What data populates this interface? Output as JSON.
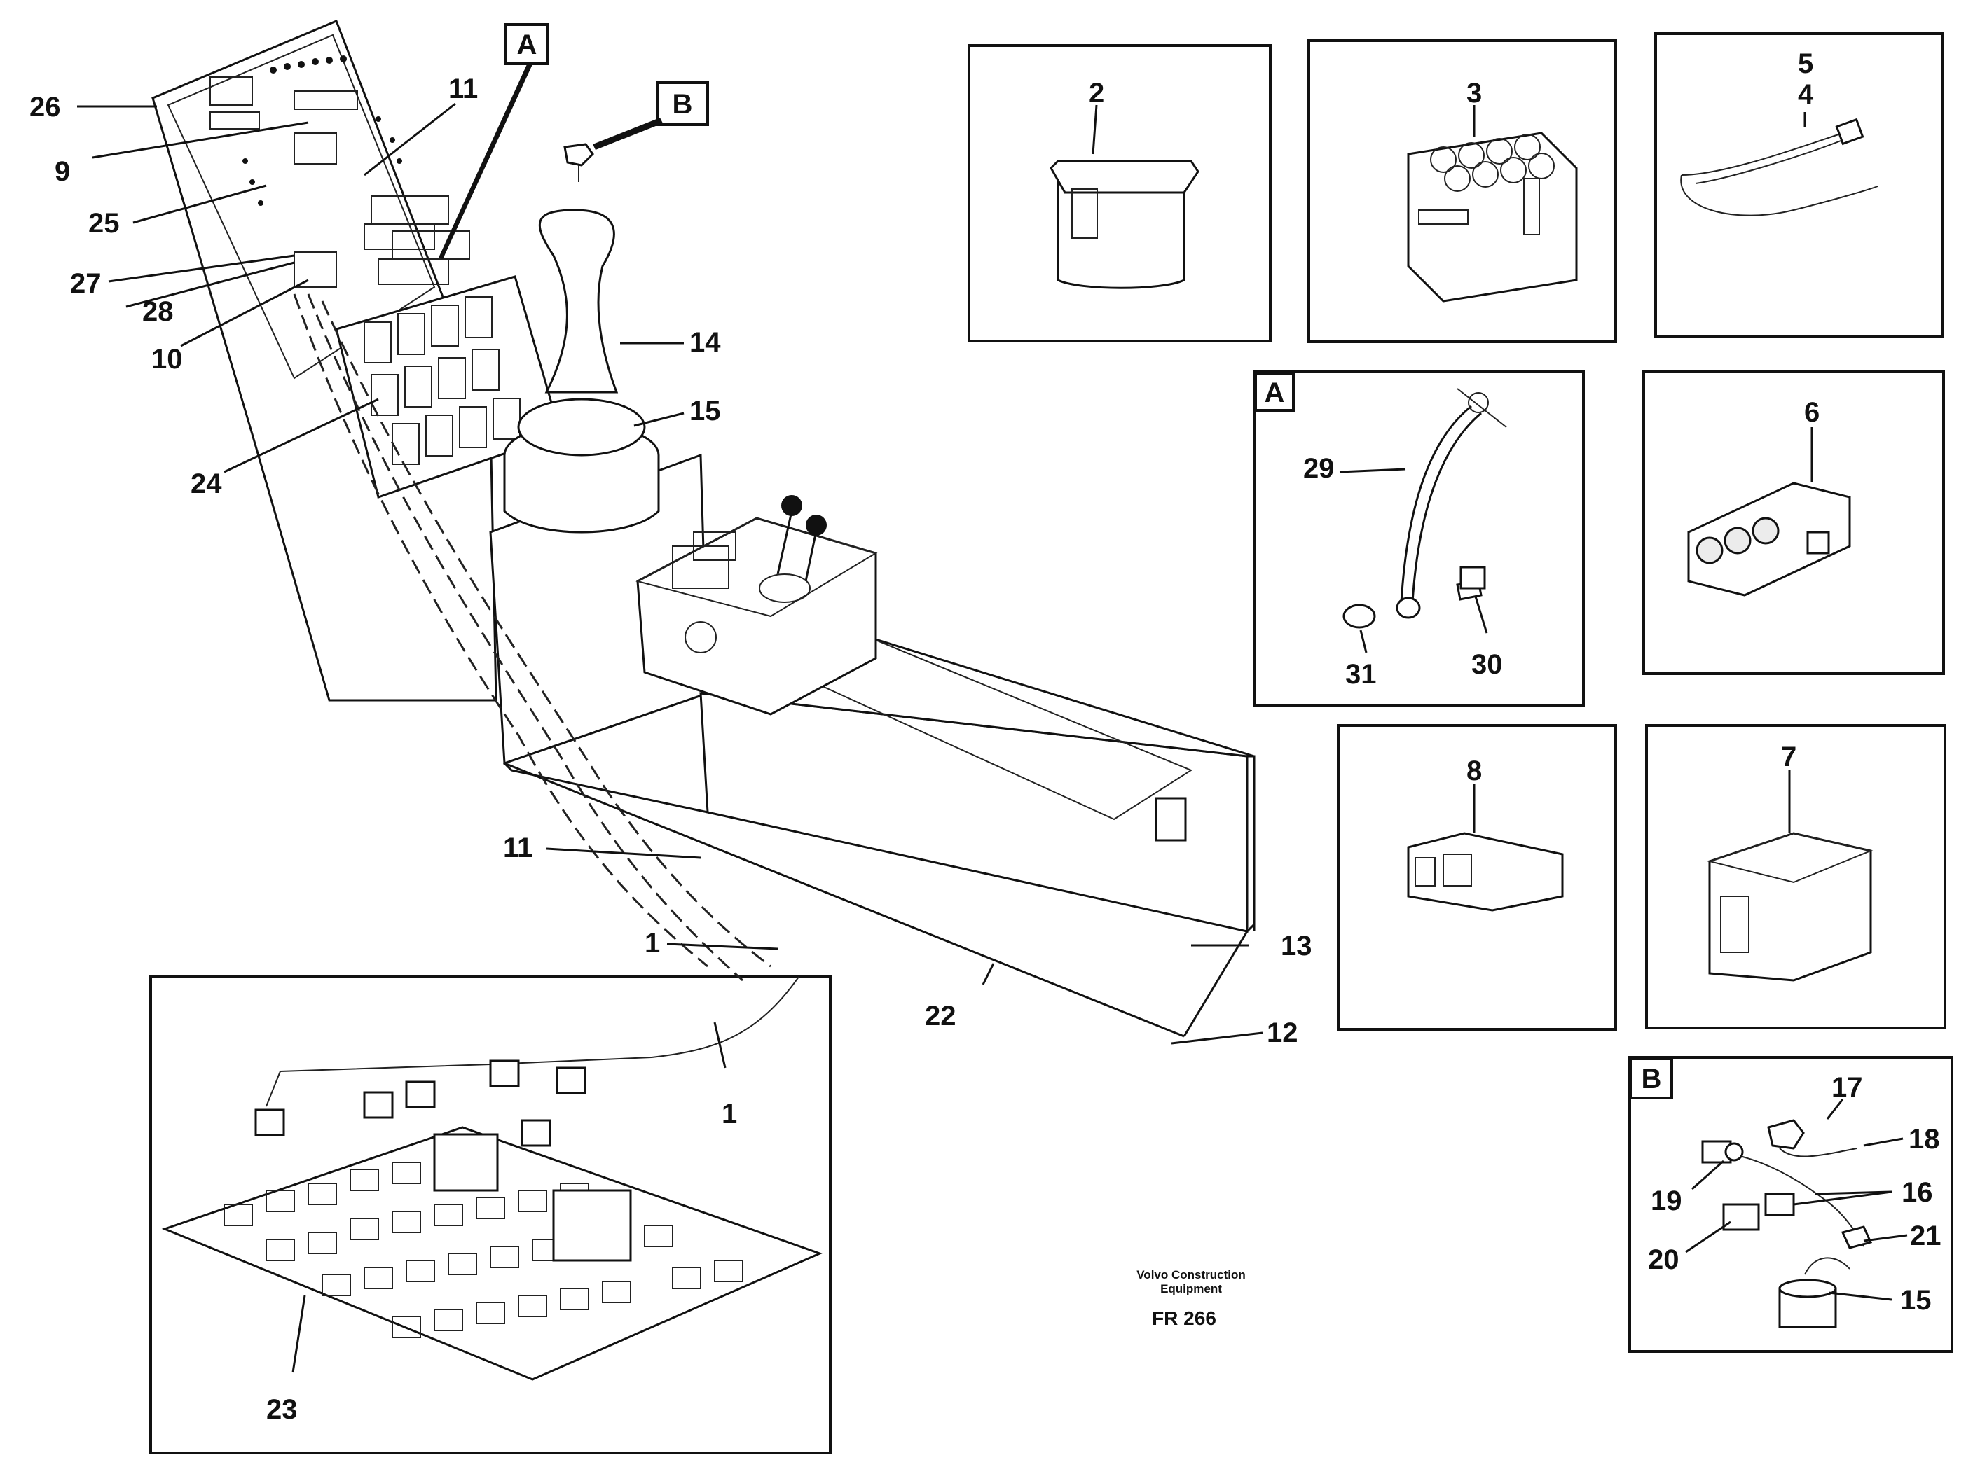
{
  "callouts": [
    "26",
    "9",
    "25",
    "27",
    "28",
    "10",
    "24",
    "11",
    "1",
    "22",
    "13",
    "12",
    "14",
    "15",
    "23"
  ],
  "flags": {
    "a": "A",
    "b": "B"
  },
  "inset_labels": {
    "i2": "2",
    "i3": "3",
    "i5": "5",
    "i4": "4",
    "i29": "29",
    "i31": "31",
    "i30": "30",
    "i6": "6",
    "i8": "8",
    "i7": "7",
    "i17": "17",
    "i18": "18",
    "i19": "19",
    "i16": "16",
    "i20": "20",
    "i21": "21",
    "i15b": "15"
  },
  "credit": {
    "line1": "Volvo Construction",
    "line2": "Equipment",
    "code": "FR 266"
  }
}
